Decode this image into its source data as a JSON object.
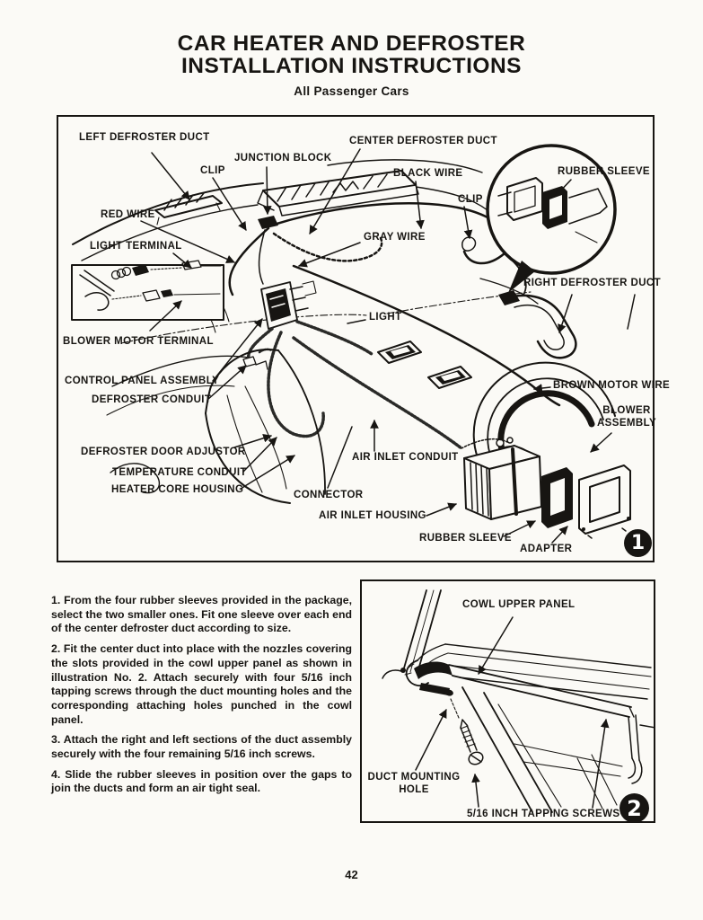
{
  "title": {
    "line1": "CAR HEATER AND DEFROSTER",
    "line2": "INSTALLATION INSTRUCTIONS",
    "subtitle": "All Passenger Cars"
  },
  "figure1": {
    "number": "1",
    "labels": {
      "left_defroster_duct": "LEFT DEFROSTER DUCT",
      "clip_left": "CLIP",
      "junction_block": "JUNCTION BLOCK",
      "center_defroster_duct": "CENTER DEFROSTER DUCT",
      "black_wire": "BLACK WIRE",
      "clip_right": "CLIP",
      "rubber_sleeve_inset": "RUBBER SLEEVE",
      "red_wire": "RED WIRE",
      "gray_wire": "GRAY WIRE",
      "light_terminal": "LIGHT TERMINAL",
      "right_defroster_duct": "RIGHT DEFROSTER DUCT",
      "light": "LIGHT",
      "blower_motor_terminal": "BLOWER MOTOR TERMINAL",
      "control_panel_assembly": "CONTROL PANEL ASSEMBLY",
      "brown_motor_wire": "BROWN MOTOR WIRE",
      "defroster_conduit": "DEFROSTER CONDUIT",
      "blower_assembly_line1": "BLOWER",
      "blower_assembly_line2": "ASSEMBLY",
      "defroster_door_adjustor": "DEFROSTER DOOR ADJUSTOR",
      "air_inlet_conduit": "AIR INLET CONDUIT",
      "temperature_conduit": "TEMPERATURE CONDUIT",
      "heater_core_housing": "HEATER CORE HOUSING",
      "connector": "CONNECTOR",
      "air_inlet_housing": "AIR INLET HOUSING",
      "rubber_sleeve_bottom": "RUBBER SLEEVE",
      "adapter": "ADAPTER"
    }
  },
  "instructions": {
    "steps": [
      "1. From the four rubber sleeves provided in the package, select the two smaller ones. Fit one sleeve over each end of the center defroster duct according to size.",
      "2. Fit the center duct into place with the nozzles covering the slots provided in the cowl upper panel as shown in illustration No. 2. Attach securely with four 5/16 inch tapping screws through the duct mounting holes and the corresponding attaching holes punched in the cowl panel.",
      "3. Attach the right and left sections of the duct assembly securely with the four remaining 5/16 inch screws.",
      "4. Slide the rubber sleeves in position over the gaps to join the ducts and form an air tight seal."
    ]
  },
  "figure2": {
    "number": "2",
    "labels": {
      "cowl_upper_panel": "COWL UPPER PANEL",
      "duct_mounting_hole_line1": "DUCT MOUNTING",
      "duct_mounting_hole_line2": "HOLE",
      "tapping_screws": "5/16 INCH TAPPING SCREWS"
    }
  },
  "page_number": "42",
  "colors": {
    "ink": "#171512",
    "paper": "#fbfaf6"
  }
}
